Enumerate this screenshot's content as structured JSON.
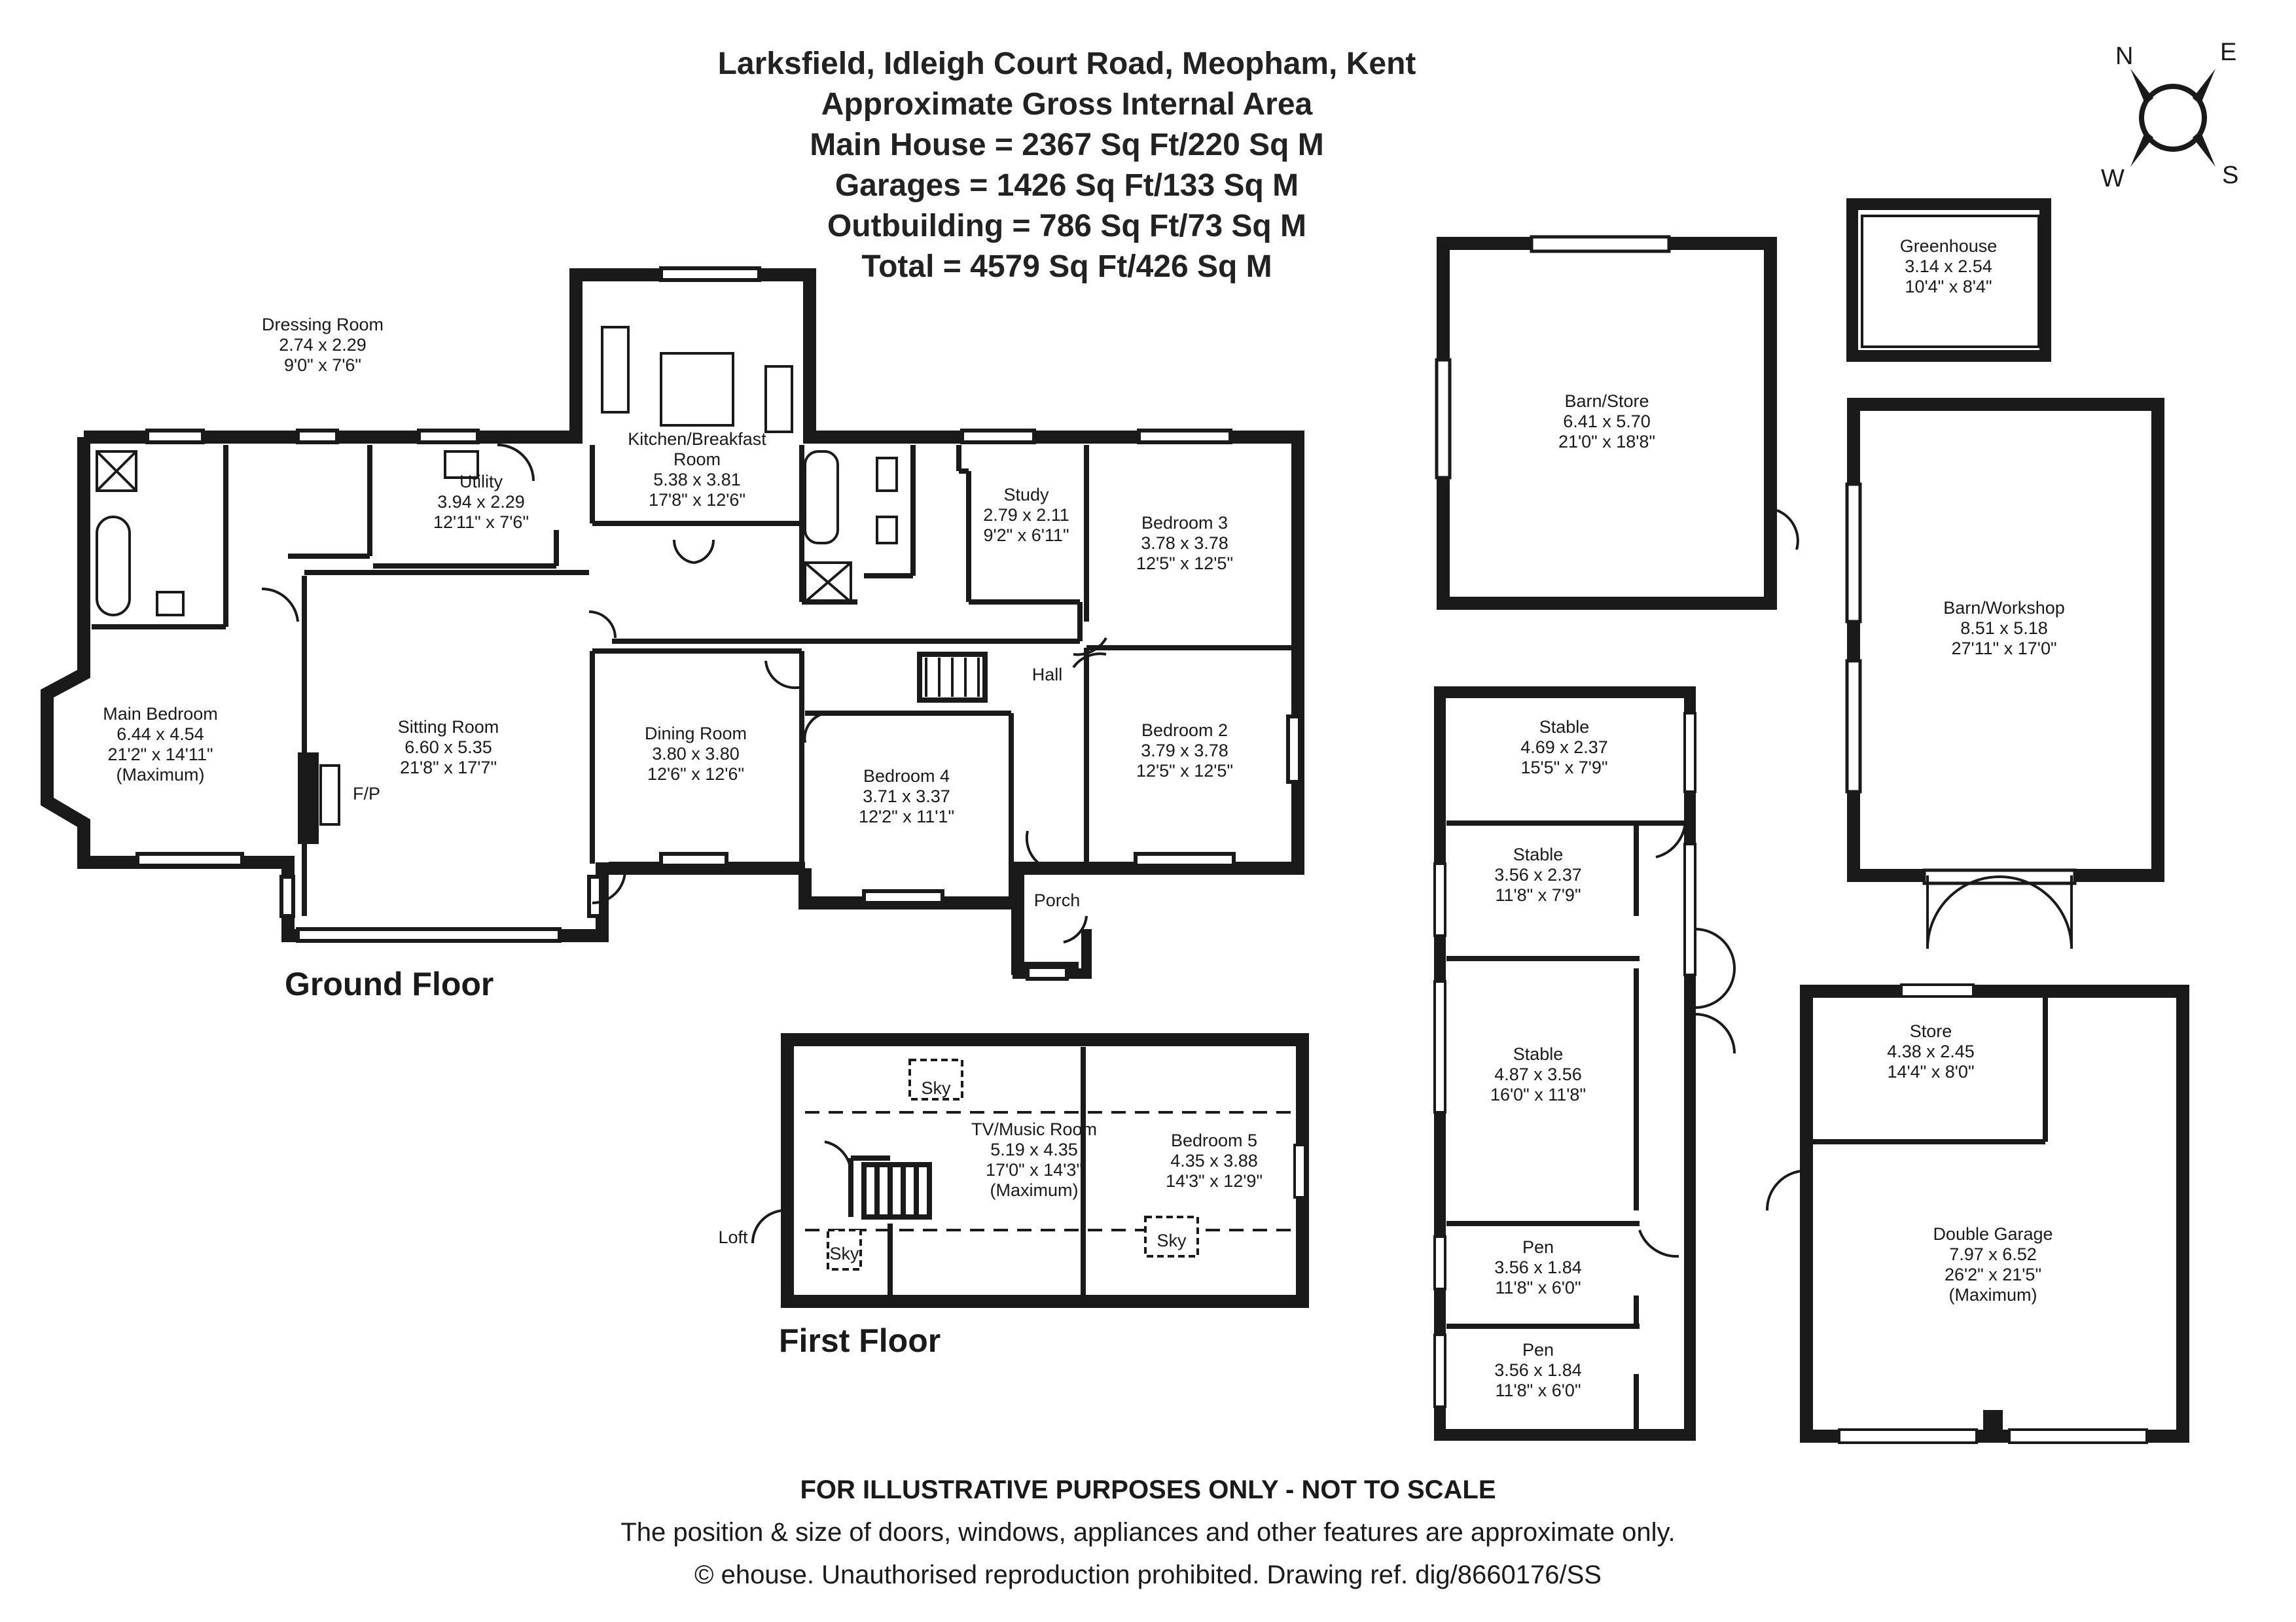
{
  "header": {
    "address": "Larksfield, Idleigh Court Road, Meopham, Kent",
    "area_title": "Approximate Gross Internal Area",
    "main_house": "Main House = 2367 Sq Ft/220 Sq M",
    "garages": "Garages = 1426 Sq Ft/133 Sq M",
    "outbuilding": "Outbuilding = 786 Sq Ft/73 Sq M",
    "total": "Total = 4579 Sq Ft/426 Sq M"
  },
  "compass": {
    "n": "N",
    "e": "E",
    "s": "S",
    "w": "W"
  },
  "floors": {
    "ground": "Ground Floor",
    "first": "First Floor"
  },
  "rooms": [
    {
      "id": "dressing",
      "name": "Dressing Room",
      "metric": "2.74 x 2.29",
      "imperial": "9'0\" x 7'6\"",
      "note": ""
    },
    {
      "id": "kitchen",
      "name": "Kitchen/Breakfast",
      "name2": "Room",
      "metric": "5.38 x 3.81",
      "imperial": "17'8\" x 12'6\"",
      "note": ""
    },
    {
      "id": "utility",
      "name": "Utility",
      "metric": "3.94 x 2.29",
      "imperial": "12'11\" x 7'6\"",
      "note": ""
    },
    {
      "id": "study",
      "name": "Study",
      "metric": "2.79 x 2.11",
      "imperial": "9'2\" x 6'11\"",
      "note": ""
    },
    {
      "id": "bed3",
      "name": "Bedroom 3",
      "metric": "3.78 x 3.78",
      "imperial": "12'5\" x 12'5\"",
      "note": ""
    },
    {
      "id": "mainbed",
      "name": "Main Bedroom",
      "metric": "6.44 x 4.54",
      "imperial": "21'2\" x 14'11\"",
      "note": "(Maximum)"
    },
    {
      "id": "sitting",
      "name": "Sitting Room",
      "metric": "6.60 x 5.35",
      "imperial": "21'8\" x 17'7\"",
      "note": ""
    },
    {
      "id": "dining",
      "name": "Dining Room",
      "metric": "3.80 x 3.80",
      "imperial": "12'6\" x 12'6\"",
      "note": ""
    },
    {
      "id": "bed4",
      "name": "Bedroom 4",
      "metric": "3.71 x 3.37",
      "imperial": "12'2\" x 11'1\"",
      "note": ""
    },
    {
      "id": "bed2",
      "name": "Bedroom 2",
      "metric": "3.79 x 3.78",
      "imperial": "12'5\" x 12'5\"",
      "note": ""
    },
    {
      "id": "tv",
      "name": "TV/Music Room",
      "metric": "5.19 x 4.35",
      "imperial": "17'0\" x 14'3\"",
      "note": "(Maximum)"
    },
    {
      "id": "bed5",
      "name": "Bedroom 5",
      "metric": "4.35 x 3.88",
      "imperial": "14'3\" x 12'9\"",
      "note": ""
    },
    {
      "id": "barnstore",
      "name": "Barn/Store",
      "metric": "6.41 x 5.70",
      "imperial": "21'0\" x 18'8\"",
      "note": ""
    },
    {
      "id": "greenhouse",
      "name": "Greenhouse",
      "metric": "3.14 x 2.54",
      "imperial": "10'4\" x 8'4\"",
      "note": ""
    },
    {
      "id": "workshop",
      "name": "Barn/Workshop",
      "metric": "8.51 x 5.18",
      "imperial": "27'11\" x 17'0\"",
      "note": ""
    },
    {
      "id": "stable1",
      "name": "Stable",
      "metric": "4.69 x 2.37",
      "imperial": "15'5\" x 7'9\"",
      "note": ""
    },
    {
      "id": "stable2",
      "name": "Stable",
      "metric": "3.56 x 2.37",
      "imperial": "11'8\" x 7'9\"",
      "note": ""
    },
    {
      "id": "stable3",
      "name": "Stable",
      "metric": "4.87 x 3.56",
      "imperial": "16'0\" x 11'8\"",
      "note": ""
    },
    {
      "id": "pen1",
      "name": "Pen",
      "metric": "3.56 x 1.84",
      "imperial": "11'8\" x 6'0\"",
      "note": ""
    },
    {
      "id": "pen2",
      "name": "Pen",
      "metric": "3.56 x 1.84",
      "imperial": "11'8\" x 6'0\"",
      "note": ""
    },
    {
      "id": "store",
      "name": "Store",
      "metric": "4.38 x 2.45",
      "imperial": "14'4\" x 8'0\"",
      "note": ""
    },
    {
      "id": "garage",
      "name": "Double Garage",
      "metric": "7.97 x 6.52",
      "imperial": "26'2\" x 21'5\"",
      "note": "(Maximum)"
    }
  ],
  "labels": {
    "hall": "Hall",
    "porch": "Porch",
    "fp": "F/P",
    "loft": "Loft",
    "sky": "Sky"
  },
  "footer": {
    "disclaimer": "FOR ILLUSTRATIVE PURPOSES ONLY - NOT TO SCALE",
    "note": "The position & size of doors, windows, appliances and other features are approximate only.",
    "copyright": "© ehouse. Unauthorised reproduction prohibited. Drawing ref. dig/8660176/SS"
  },
  "colors": {
    "wall": "#1a1a1a",
    "background": "#ffffff"
  }
}
